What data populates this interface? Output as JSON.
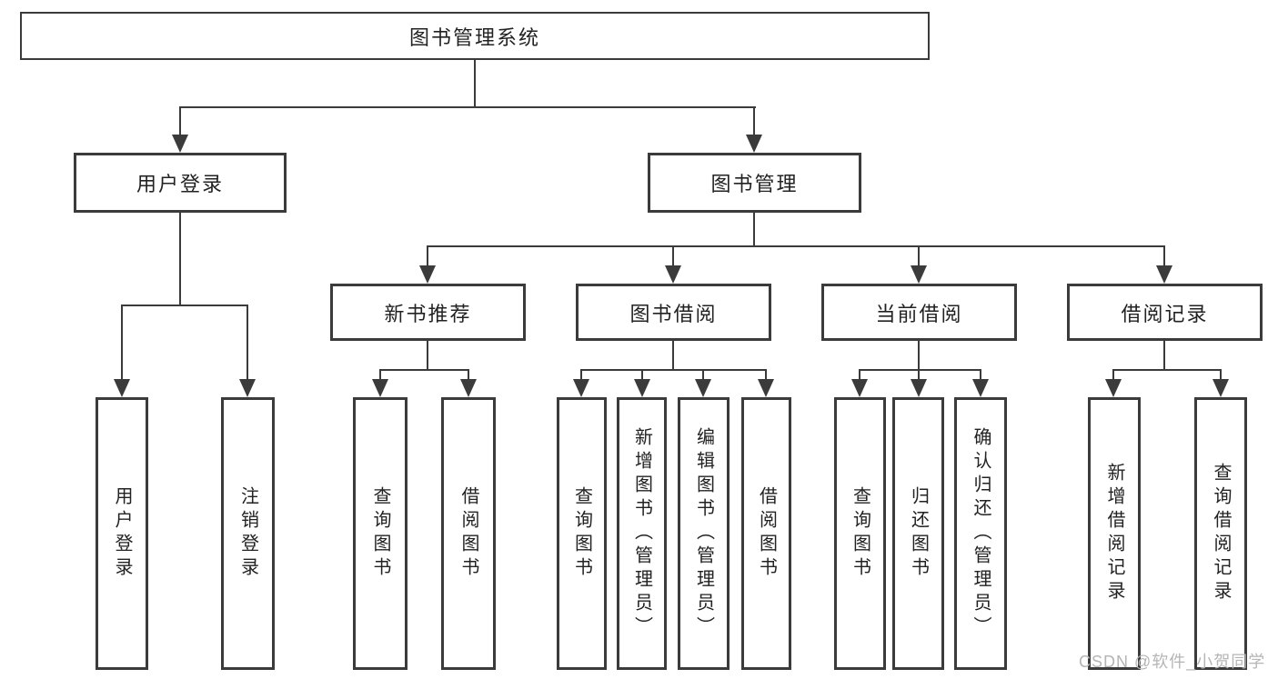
{
  "colors": {
    "line": "#3b3b3b",
    "text": "#222222",
    "watermark": "#b5b5b5",
    "background": "#ffffff"
  },
  "tree": {
    "label": "图书管理系统",
    "children": [
      {
        "label": "用户登录",
        "children": [
          {
            "label": "用户登录"
          },
          {
            "label": "注销登录"
          }
        ]
      },
      {
        "label": "图书管理",
        "children": [
          {
            "label": "新书推荐",
            "children": [
              {
                "label": "查询图书"
              },
              {
                "label": "借阅图书"
              }
            ]
          },
          {
            "label": "图书借阅",
            "children": [
              {
                "label": "查询图书"
              },
              {
                "label": "新增图书（管理员）"
              },
              {
                "label": "编辑图书（管理员）"
              },
              {
                "label": "借阅图书"
              }
            ]
          },
          {
            "label": "当前借阅",
            "children": [
              {
                "label": "查询图书"
              },
              {
                "label": "归还图书"
              },
              {
                "label": "确认归还（管理员）"
              }
            ]
          },
          {
            "label": "借阅记录",
            "children": [
              {
                "label": "新增借阅记录"
              },
              {
                "label": "查询借阅记录"
              }
            ]
          }
        ]
      }
    ]
  },
  "watermark": {
    "text": "CSDN @软件_小贺同学"
  }
}
